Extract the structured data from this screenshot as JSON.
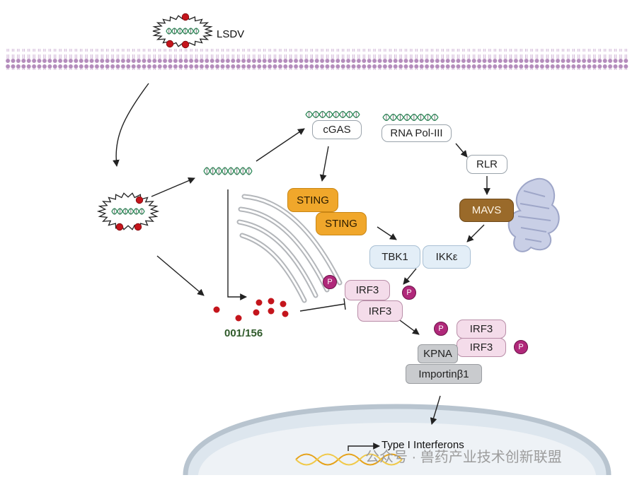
{
  "labels": {
    "virus": "LSDV",
    "cgas": "cGAS",
    "rnapol": "RNA Pol-III",
    "rlr": "RLR",
    "sting1": "STING",
    "sting2": "STING",
    "mavs": "MAVS",
    "tbk1": "TBK1",
    "ikke": "IKKε",
    "irf3_a": "IRF3",
    "irf3_b": "IRF3",
    "irf3_c": "IRF3",
    "irf3_d": "IRF3",
    "kpna": "KPNA",
    "importin": "Importinβ1",
    "protein_id": "001/156",
    "ifn": "Type I Interferons",
    "phospho": "P",
    "watermark": "公众号 · 兽药产业技术创新联盟"
  },
  "colors": {
    "sting": "#f0a72b",
    "mavs": "#9a6a2a",
    "irf3": "#f4dcea",
    "phospho": "#b0287a",
    "virion_dot": "#c4151c",
    "dna_green": "#2f8a5a",
    "membrane": "#b48cbc",
    "protein_id": "#2f5a2a",
    "nucleus": "#dde6ee"
  },
  "icons": [
    "virus-particle-icon",
    "dna-helix-icon",
    "mitochondrion-icon",
    "endoplasmic-reticulum-icon",
    "nucleus-icon",
    "phosphate-icon"
  ]
}
